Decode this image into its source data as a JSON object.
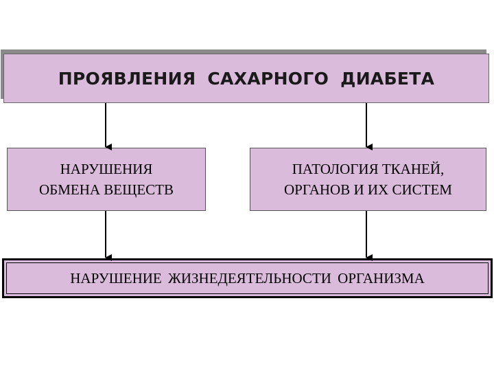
{
  "title": "ПРОЯВЛЕНИЯ  САХАРНОГО  ДИАБЕТА",
  "left": {
    "line1": "НАРУШЕНИЯ",
    "line2": "ОБМЕНА  ВЕЩЕСТВ"
  },
  "right": {
    "line1": "ПАТОЛОГИЯ ТКАНЕЙ,",
    "line2": "ОРГАНОВ И ИХ СИСТЕМ"
  },
  "bottom": "НАРУШЕНИЕ  ЖИЗНЕДЕЯТЕЛЬНОСТИ  ОРГАНИЗМА",
  "colors": {
    "box_fill": "#dbbbdb",
    "shadow": "#8a8a8a",
    "arrow": "#000000"
  }
}
